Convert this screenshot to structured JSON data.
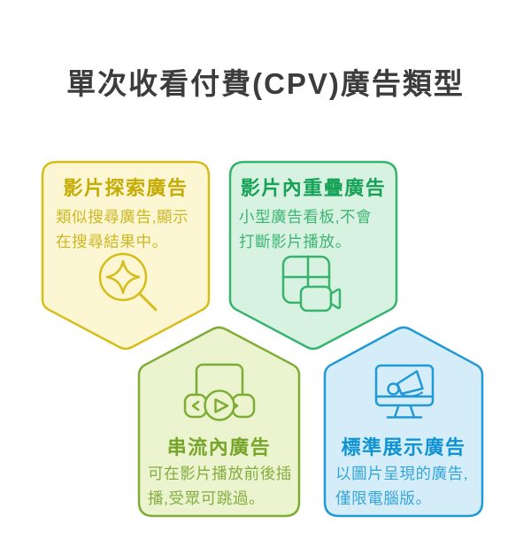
{
  "page": {
    "title": "單次收看付費(CPV)廣告類型",
    "title_color": "#3c3c3c",
    "background_color": "#ffffff"
  },
  "cards": [
    {
      "id": "video-discovery",
      "shape": "badge-point-down",
      "title": "影片探索廣告",
      "body_lines": [
        "類似搜尋廣告,顯示",
        "在搜尋結果中。"
      ],
      "icon": "search-sparkle-icon",
      "border_color": "#d7bd19",
      "fill_color": "#fcf6d3",
      "title_color": "#c5ab05",
      "body_color": "#ccb725"
    },
    {
      "id": "in-video-overlay",
      "shape": "badge-point-down",
      "title": "影片內重疊廣告",
      "body_lines": [
        "小型廣告看板,不會",
        "打斷影片播放。"
      ],
      "icon": "overlay-video-icon",
      "border_color": "#36b46d",
      "fill_color": "#d8f2e2",
      "title_color": "#17a258",
      "body_color": "#3eb573"
    },
    {
      "id": "in-stream",
      "shape": "badge-point-up",
      "title": "串流內廣告",
      "body_lines": [
        "可在影片播放前後插",
        "播,受眾可跳過。"
      ],
      "icon": "stream-player-icon",
      "border_color": "#7ead35",
      "fill_color": "#ebf4ce",
      "title_color": "#76a52a",
      "body_color": "#84ad41"
    },
    {
      "id": "standard-display",
      "shape": "badge-point-up",
      "title": "標準展示廣告",
      "body_lines": [
        "以圖片呈現的廣告,",
        "僅限電腦版。"
      ],
      "icon": "display-monitor-megaphone-icon",
      "border_color": "#2099d6",
      "fill_color": "#d4edf9",
      "title_color": "#0f93d3",
      "body_color": "#38a5d8"
    }
  ]
}
